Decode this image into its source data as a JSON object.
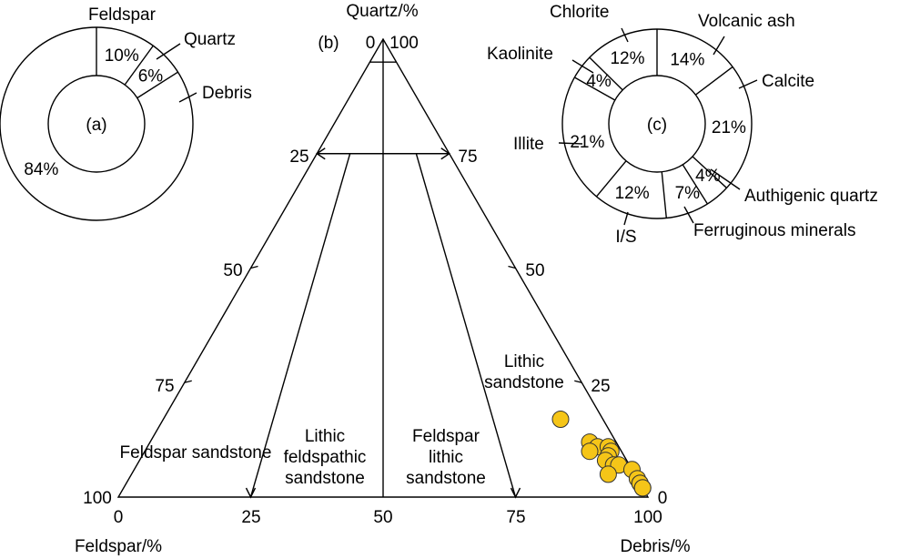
{
  "chart_data": [
    {
      "type": "pie",
      "panel": "(a)",
      "categories": [
        "Feldspar",
        "Quartz",
        "Debris"
      ],
      "values": [
        10,
        6,
        84
      ],
      "value_labels": [
        "10%",
        "6%",
        "84%"
      ]
    },
    {
      "type": "scatter",
      "panel": "(b)",
      "ternary": true,
      "axes": {
        "top": "Quartz/%",
        "left": "Feldspar/%",
        "right": "Debris/%"
      },
      "bottom_ticks": [
        "0",
        "25",
        "50",
        "75",
        "100"
      ],
      "left_ticks": [
        "100",
        "75",
        "50",
        "25",
        "0"
      ],
      "right_ticks": [
        "0",
        "25",
        "50",
        "75",
        "100"
      ],
      "fields": [
        "Feldspar sandstone",
        "Lithic feldspathic sandstone",
        "Feldspar lithic sandstone",
        "Lithic sandstone"
      ],
      "field_lines": [
        [
          "Feldspar sandstone"
        ],
        [
          "Lithic",
          "feldspathic",
          "sandstone"
        ],
        [
          "Feldspar",
          "lithic",
          "sandstone"
        ],
        [
          "Lithic",
          "sandstone"
        ]
      ],
      "point_color": "#F5C518",
      "points": [
        {
          "quartz": 17,
          "feldspar": 8,
          "debris": 75
        },
        {
          "quartz": 12,
          "feldspar": 5,
          "debris": 83
        },
        {
          "quartz": 11,
          "feldspar": 4,
          "debris": 85
        },
        {
          "quartz": 11,
          "feldspar": 2,
          "debris": 87
        },
        {
          "quartz": 10,
          "feldspar": 6,
          "debris": 84
        },
        {
          "quartz": 10,
          "feldspar": 2,
          "debris": 88
        },
        {
          "quartz": 9,
          "feldspar": 3,
          "debris": 88
        },
        {
          "quartz": 8,
          "feldspar": 4,
          "debris": 88
        },
        {
          "quartz": 7,
          "feldspar": 3,
          "debris": 90
        },
        {
          "quartz": 7,
          "feldspar": 2,
          "debris": 91
        },
        {
          "quartz": 6,
          "feldspar": 0,
          "debris": 94
        },
        {
          "quartz": 5,
          "feldspar": 5,
          "debris": 90
        },
        {
          "quartz": 4,
          "feldspar": 0,
          "debris": 96
        },
        {
          "quartz": 3,
          "feldspar": 0,
          "debris": 97
        },
        {
          "quartz": 3,
          "feldspar": 0,
          "debris": 97
        },
        {
          "quartz": 2,
          "feldspar": 0,
          "debris": 98
        },
        {
          "quartz": 2,
          "feldspar": 0,
          "debris": 98
        }
      ]
    },
    {
      "type": "pie",
      "panel": "(c)",
      "categories": [
        "Volcanic ash",
        "Calcite",
        "Authigenic quartz",
        "Ferruginous minerals",
        "I/S",
        "Illite",
        "Kaolinite",
        "Chlorite"
      ],
      "values": [
        14,
        21,
        4,
        7,
        12,
        21,
        4,
        12
      ],
      "value_labels": [
        "14%",
        "21%",
        "4%",
        "7%",
        "12%",
        "21%",
        "4%",
        "12%"
      ]
    }
  ]
}
